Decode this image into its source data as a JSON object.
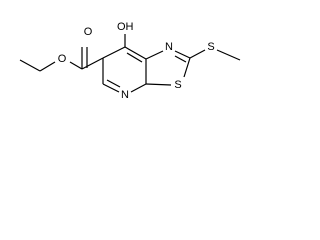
{
  "molecule": {
    "atom_labels": {
      "hydroxyl": "OH",
      "ester_carbonyl_oxygen": "O",
      "ester_ether_oxygen": "O",
      "thiazole_nitrogen": "N",
      "pyridine_nitrogen": "N",
      "thiazole_sulfur": "S",
      "thioether_sulfur": "S"
    },
    "colors": {
      "bond": "#000000",
      "label": "#000000",
      "background": "#ffffff"
    }
  }
}
